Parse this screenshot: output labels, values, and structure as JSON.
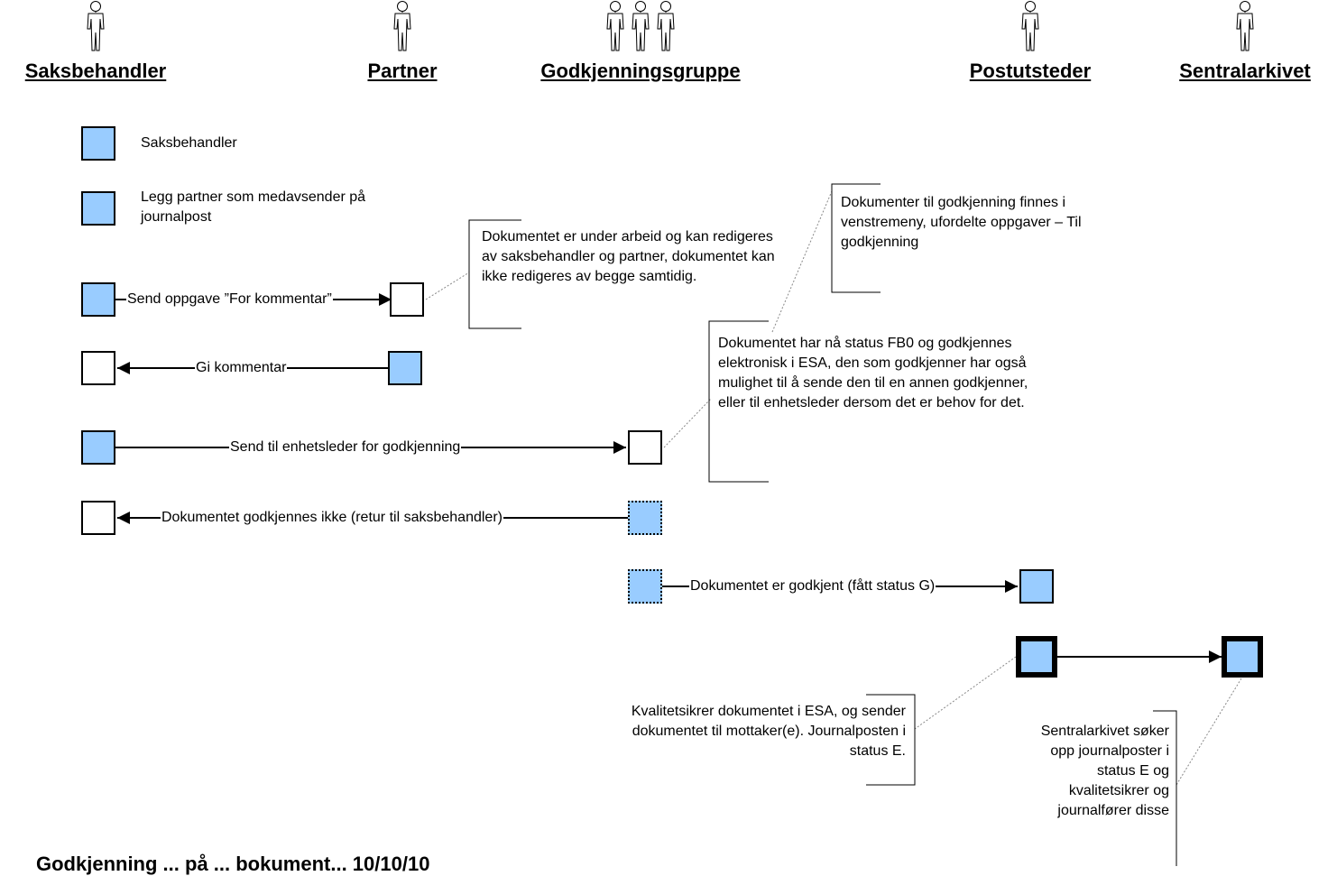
{
  "lanes": [
    {
      "title": "Saksbehandler",
      "figures": 1
    },
    {
      "title": "Partner",
      "figures": 1
    },
    {
      "title": "Godkjenningsgruppe",
      "figures": 3
    },
    {
      "title": "Postutsteder",
      "figures": 1
    },
    {
      "title": "Sentralarkivet",
      "figures": 1
    }
  ],
  "steps": {
    "saksbehandler": "Saksbehandler",
    "legg_partner": "Legg partner som medavsender på journalpost",
    "send_oppgave": "Send oppgave ”For kommentar”",
    "gi_kommentar": "Gi kommentar",
    "send_til_enhetsleder": "Send til enhetsleder for godkjenning",
    "ikke_godkjent": "Dokumentet godkjennes ikke (retur til saksbehandler)",
    "godkjent": "Dokumentet er godkjent (fått status G)"
  },
  "notes": {
    "under_arbeid": "Dokumentet er under arbeid og kan redigeres av saksbehandler og partner, dokumentet kan ikke redigeres av begge samtidig.",
    "til_godkjenning": "Dokumenter til godkjenning finnes i venstremeny, ufordelte oppgaver – Til godkjenning",
    "status_fb0": "Dokumentet har nå status FB0 og godkjennes elektronisk i ESA, den som godkjenner har også mulighet til å sende den til en annen godkjenner, eller til enhetsleder dersom det er behov for det.",
    "kvalitetssikrer": "Kvalitetsikrer dokumentet i ESA, og sender dokumentet til mottaker(e). Journalposten i status E.",
    "sentralarkivet": "Sentralarkivet søker opp journalposter i status E og kvalitetsikrer og journalfører disse"
  },
  "footer": "Godkjenning ... på ... bokument...  10/10/10",
  "colors": {
    "task_fill": "#99ccff",
    "line": "#000000",
    "callout_line": "#888888"
  },
  "icons": {
    "actor": "person-icon"
  }
}
